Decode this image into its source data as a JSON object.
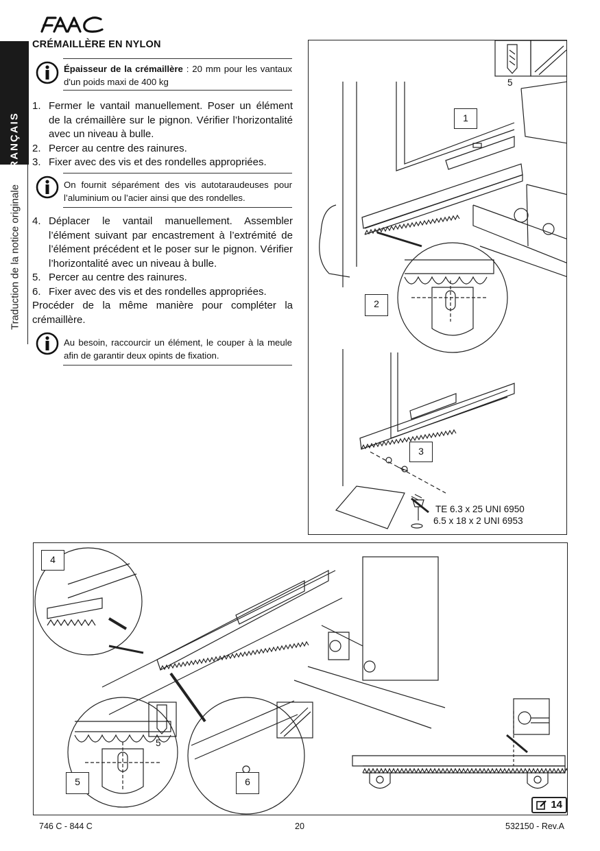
{
  "brand": {
    "logo_text": "FAAC"
  },
  "side": {
    "tab_label": "FRANÇAIS",
    "subtitle": "Traduction de la notice originale"
  },
  "title": "CRÉMAILLÈRE EN NYLON",
  "note1": {
    "bold": "Épaisseur de la crémaillère",
    "text": " : 20 mm pour les vantaux d'un poids maxi de 400 kg"
  },
  "steps_a": [
    {
      "num": "1.",
      "text": "Fermer le vantail manuellement.  Poser un élément de la crémaillère sur le pignon.  Vérifier l’horizontalité avec un niveau à bulle."
    },
    {
      "num": "2.",
      "text": "Percer au centre des rainures."
    },
    {
      "num": "3.",
      "text": "Fixer avec des vis et des rondelles appropriées."
    }
  ],
  "note2": {
    "text": "On fournit séparément des vis autotaraudeuses pour l’aluminium ou l’acier ainsi que des rondelles."
  },
  "steps_b": [
    {
      "num": "4.",
      "text": "Déplacer le vantail manuellement.  Assembler l’élément suivant par encastrement à l’extrémité de l’élément précédent et le poser sur le pignon.  Vérifier l’horizontalité avec un niveau à bulle."
    },
    {
      "num": "5.",
      "text": "Percer au centre des rainures."
    },
    {
      "num": "6.",
      "text": "Fixer avec des vis et des rondelles appropriées."
    }
  ],
  "paragraph": "Procéder de la même manière pour compléter la crémaillère.",
  "note3": {
    "text": "Au besoin, raccourcir un élément, le couper à la meule afin de garantir deux opints de fixation."
  },
  "figure": {
    "labels": {
      "l1": "1",
      "l2": "2",
      "l3": "3",
      "l4": "4",
      "l5": "5",
      "l6": "6"
    },
    "drill_size_top": "5",
    "drill_size_bottom": "5",
    "spec_line1": "TE 6.3 x 25 UNI 6950",
    "spec_line2": "6.5 x 18 x 2 UNI 6953",
    "reference": "14"
  },
  "footer": {
    "model": "746 C - 844 C",
    "page": "20",
    "doc": "532150 - Rev.A"
  }
}
